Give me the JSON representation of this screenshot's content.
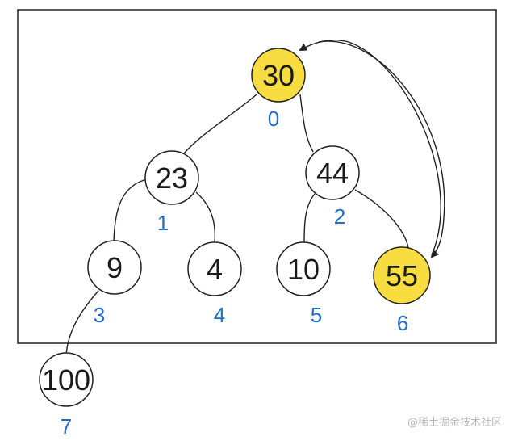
{
  "colors": {
    "highlight": "#f7dd3f",
    "node_fill": "#ffffff",
    "node_stroke": "#222222",
    "index_text": "#1f6fc6"
  },
  "nodes": [
    {
      "value": "30",
      "index": "0",
      "highlighted": true
    },
    {
      "value": "23",
      "index": "1",
      "highlighted": false
    },
    {
      "value": "44",
      "index": "2",
      "highlighted": false
    },
    {
      "value": "9",
      "index": "3",
      "highlighted": false
    },
    {
      "value": "4",
      "index": "4",
      "highlighted": false
    },
    {
      "value": "10",
      "index": "5",
      "highlighted": false
    },
    {
      "value": "55",
      "index": "6",
      "highlighted": true
    },
    {
      "value": "100",
      "index": "7",
      "highlighted": false
    }
  ],
  "watermark": "@稀土掘金技术社区"
}
